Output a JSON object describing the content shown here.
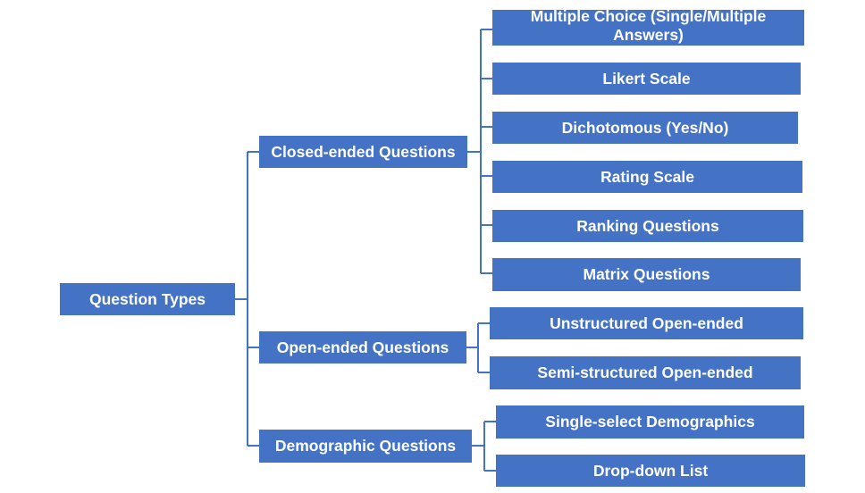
{
  "root": {
    "label": "Question Types"
  },
  "categories": [
    {
      "label": "Closed-ended Questions",
      "children": [
        "Multiple Choice (Single/Multiple Answers)",
        "Likert Scale",
        "Dichotomous (Yes/No)",
        "Rating Scale",
        "Ranking Questions",
        "Matrix Questions"
      ]
    },
    {
      "label": "Open-ended Questions",
      "children": [
        "Unstructured Open-ended",
        "Semi-structured Open-ended"
      ]
    },
    {
      "label": "Demographic Questions",
      "children": [
        "Single-select Demographics",
        "Drop-down List"
      ]
    }
  ],
  "colors": {
    "box": "#4472C4",
    "line": "#4472C4",
    "text": "#ffffff"
  }
}
